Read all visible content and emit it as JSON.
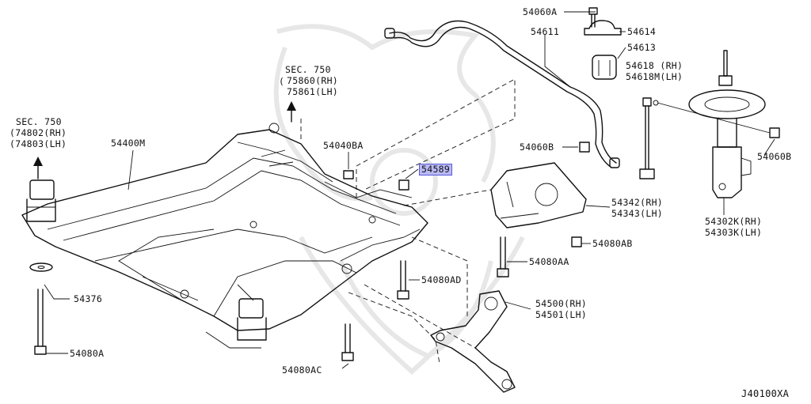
{
  "diagram_code": "J40100XA",
  "labels": {
    "sec750_a": "SEC. 750",
    "sec750_a_rh": "(74802(RH)",
    "sec750_a_lh": "(74803(LH)",
    "sec750_b": "SEC. 750",
    "sec750_b_rh": "75860(RH)",
    "sec750_b_lh": "75861(LH)",
    "p54400M": "54400M",
    "p54376": "54376",
    "p54080A": "54080A",
    "p54040BA": "54040BA",
    "p54589": "54589",
    "p54080AD": "54080AD",
    "p54080AC": "54080AC",
    "p54060A": "54060A",
    "p54611": "54611",
    "p54614": "54614",
    "p54613": "54613",
    "p54618_rh": "54618 (RH)",
    "p54618M_lh": "54618M(LH)",
    "p54060B_mid": "54060B",
    "p54060B_right": "54060B",
    "p54342_rh": "54342(RH)",
    "p54343_lh": "54343(LH)",
    "p54080AB": "54080AB",
    "p54080AA": "54080AA",
    "p54500_rh": "54500(RH)",
    "p54501_lh": "54501(LH)",
    "p54302K_rh": "54302K(RH)",
    "p54303K_lh": "54303K(LH)"
  },
  "highlighted_part": "54589"
}
